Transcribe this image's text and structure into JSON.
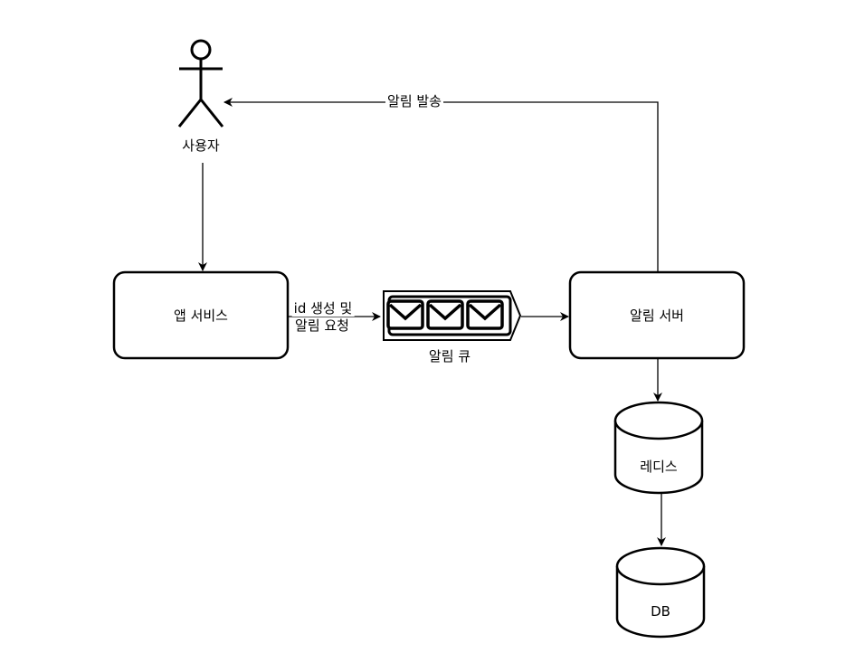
{
  "diagram": {
    "nodes": {
      "user": {
        "label": "사용자",
        "shape": "actor"
      },
      "app_service": {
        "label": "앱 서비스",
        "shape": "rounded-rect"
      },
      "queue": {
        "label": "알림 큐",
        "shape": "message-queue",
        "message_count": 3
      },
      "notification_server": {
        "label": "알림 서버",
        "shape": "rounded-rect"
      },
      "redis": {
        "label": "레디스",
        "shape": "cylinder"
      },
      "db": {
        "label": "DB",
        "shape": "cylinder"
      }
    },
    "edges": [
      {
        "from": "user",
        "to": "app_service",
        "label": ""
      },
      {
        "from": "app_service",
        "to": "queue",
        "label_line1": "id 생성 및",
        "label_line2": "알림 요청"
      },
      {
        "from": "queue",
        "to": "notification_server",
        "label": ""
      },
      {
        "from": "notification_server",
        "to": "user",
        "label": "알림 발송"
      },
      {
        "from": "notification_server",
        "to": "redis",
        "label": ""
      },
      {
        "from": "redis",
        "to": "db",
        "label": ""
      }
    ],
    "colors": {
      "stroke": "#000000",
      "fill": "#ffffff"
    }
  }
}
